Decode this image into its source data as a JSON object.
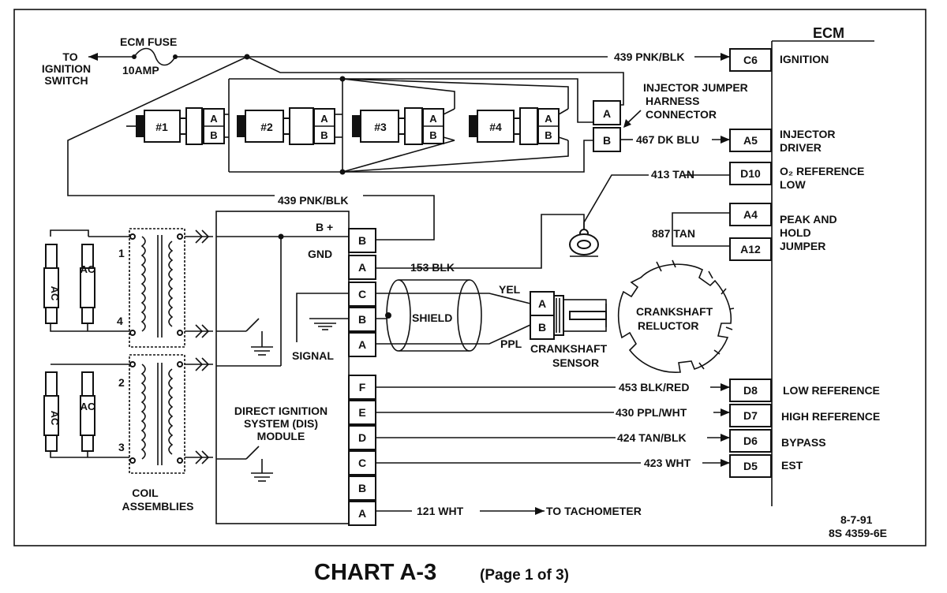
{
  "ecm": {
    "title": "ECM",
    "rows": [
      {
        "pin": "C6",
        "wire": "439 PNK/BLK",
        "name": [
          "IGNITION"
        ]
      },
      {
        "pin": "A5",
        "wire": "467 DK BLU",
        "name": [
          "INJECTOR",
          "DRIVER"
        ]
      },
      {
        "pin": "D10",
        "wire": "413 TAN",
        "name": [
          "O₂ REFERENCE",
          "LOW"
        ]
      },
      {
        "pin": "A4",
        "wire": "",
        "name": [
          "PEAK AND",
          "HOLD",
          "JUMPER"
        ]
      },
      {
        "pin": "A12",
        "wire": "887 TAN",
        "name": []
      },
      {
        "pin": "D8",
        "wire": "453 BLK/RED",
        "name": [
          "LOW REFERENCE"
        ]
      },
      {
        "pin": "D7",
        "wire": "430 PPL/WHT",
        "name": [
          "HIGH REFERENCE"
        ]
      },
      {
        "pin": "D6",
        "wire": "424 TAN/BLK",
        "name": [
          "BYPASS"
        ]
      },
      {
        "pin": "D5",
        "wire": "423 WHT",
        "name": [
          "EST"
        ]
      }
    ]
  },
  "fuse": {
    "label": "ECM FUSE",
    "rating": "10AMP",
    "to": [
      "TO",
      "IGNITION",
      "SWITCH"
    ]
  },
  "jumper": {
    "label": [
      "INJECTOR JUMPER",
      "HARNESS",
      "CONNECTOR"
    ],
    "pins": [
      "A",
      "B"
    ]
  },
  "injectors": [
    "#1",
    "#2",
    "#3",
    "#4"
  ],
  "injector_pins": [
    "A",
    "B"
  ],
  "dis": {
    "label": [
      "DIRECT IGNITION",
      "SYSTEM (DIS)",
      "MODULE"
    ],
    "bplus": "B +",
    "gnd": "GND",
    "signal": "SIGNAL",
    "top_pins": [
      "B",
      "A"
    ],
    "sensor_pins": [
      "C",
      "B",
      "A"
    ],
    "ecm_pins": [
      "F",
      "E",
      "D",
      "C",
      "B",
      "A"
    ],
    "wire_pink": "439 PNK/BLK",
    "wire_gnd": "153 BLK"
  },
  "coils": {
    "label": [
      "COIL",
      "ASSEMBLIES"
    ],
    "terminals": [
      "1",
      "4",
      "2",
      "3"
    ],
    "plug_text": "AC"
  },
  "sensor": {
    "shield": "SHIELD",
    "yel": "YEL",
    "ppl": "PPL",
    "label": [
      "CRANKSHAFT",
      "SENSOR"
    ],
    "pins": [
      "A",
      "B"
    ]
  },
  "reluctor": {
    "label": [
      "CRANKSHAFT",
      "RELUCTOR"
    ]
  },
  "tach": {
    "wire": "121 WHT",
    "to": "TO TACHOMETER"
  },
  "footer": {
    "date": "8-7-91",
    "code": "8S 4359-6E",
    "title": "CHART A-3",
    "page": "(Page 1 of 3)"
  }
}
